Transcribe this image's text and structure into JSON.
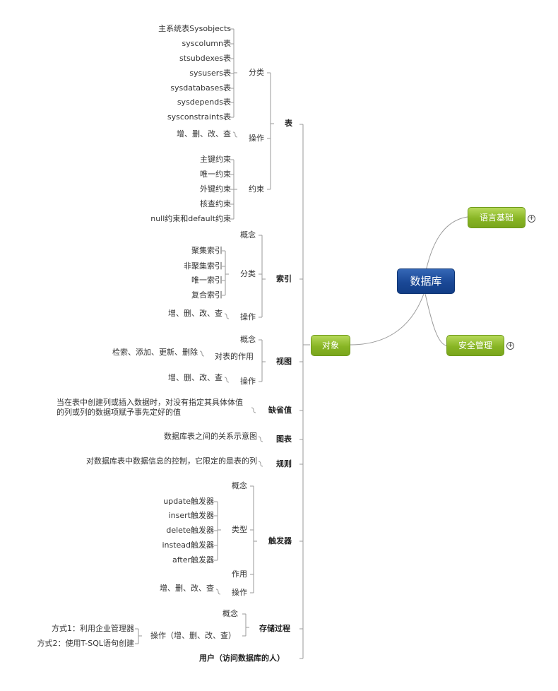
{
  "center": {
    "label": "数据库"
  },
  "branches": {
    "language": "语言基础",
    "security": "安全管理",
    "objects": "对象",
    "expand_symbol": "+"
  },
  "table": {
    "title": "表",
    "category": {
      "label": "分类",
      "items": [
        "主系统表Sysobjects",
        "syscolumn表",
        "stsubdexes表",
        "sysusers表",
        "sysdatabases表",
        "sysdepends表",
        "sysconstraints表"
      ]
    },
    "operation": {
      "label": "操作",
      "item": "增、删、改、查"
    },
    "constraint": {
      "label": "约束",
      "items": [
        "主键约束",
        "唯一约束",
        "外键约束",
        "核查约束",
        "null约束和default约束"
      ]
    }
  },
  "index": {
    "title": "索引",
    "concept": "概念",
    "category": {
      "label": "分类",
      "items": [
        "聚集索引",
        "非聚集索引",
        "唯一索引",
        "复合索引"
      ]
    },
    "operation": {
      "label": "操作",
      "item": "增、删、改、查"
    }
  },
  "view": {
    "title": "视图",
    "concept": "概念",
    "effect": {
      "label": "对表的作用",
      "item": "检索、添加、更新、删除"
    },
    "operation": {
      "label": "操作",
      "item": "增、删、改、查"
    }
  },
  "default_value": {
    "title": "缺省值",
    "note": "当在表中创建列或插入数据时，对没有指定其具体体值的列或列的数据项赋予事先定好的值"
  },
  "diagram": {
    "title": "图表",
    "note": "数据库表之间的关系示意图"
  },
  "rule": {
    "title": "规则",
    "note": "对数据库表中数据信息的控制，它限定的是表的列"
  },
  "trigger": {
    "title": "触发器",
    "concept": "概念",
    "type": {
      "label": "类型",
      "items": [
        "update触发器",
        "insert触发器",
        "delete触发器",
        "instead触发器",
        "after触发器"
      ]
    },
    "effect": "作用",
    "operation": {
      "label": "操作",
      "item": "增、删、改、查"
    }
  },
  "procedure": {
    "title": "存储过程",
    "concept": "概念",
    "operation": {
      "label": "操作（增、删、改、查）",
      "items": [
        "方式1：利用企业管理器",
        "方式2：使用T-SQL语句创建"
      ]
    }
  },
  "user": {
    "title": "用户（访问数据库的人）"
  }
}
